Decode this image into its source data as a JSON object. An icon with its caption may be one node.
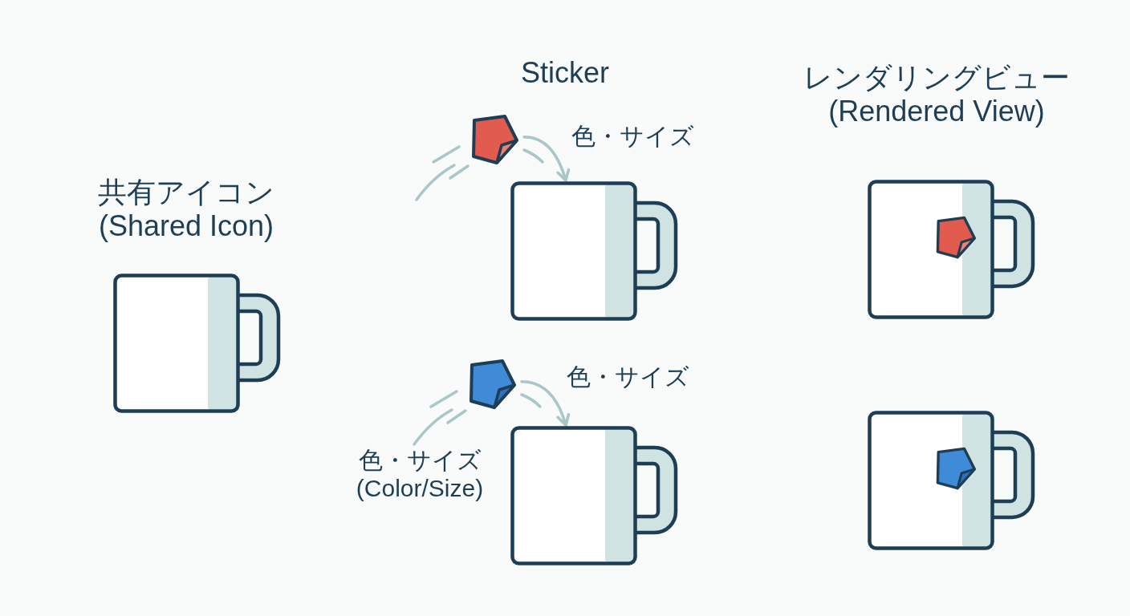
{
  "diagram": {
    "nodes": [
      {
        "text": [],
        "shape": "picture",
        "beside": [
          "共有アイコン (Shared Icon)"
        ]
      },
      {
        "text": [],
        "shape": "picture",
        "beside": [
          "Sticker"
        ]
      },
      {
        "text": [],
        "shape": "picture"
      },
      {
        "text": [],
        "shape": "picture"
      },
      {
        "text": [],
        "shape": "picture"
      },
      {
        "text": [],
        "shape": "picture"
      },
      {
        "text": [],
        "shape": "picture"
      }
    ],
    "edges": [
      {
        "from": 1,
        "to": 2,
        "arrow": "to",
        "label": "色・サイズ"
      },
      {
        "from": 3,
        "to": 4,
        "arrow": "to",
        "label": "色・サイズ"
      }
    ],
    "labels": [
      "レンダリングビュー (Rendered View)",
      "色・サイズ (Color/Size)"
    ]
  }
}
